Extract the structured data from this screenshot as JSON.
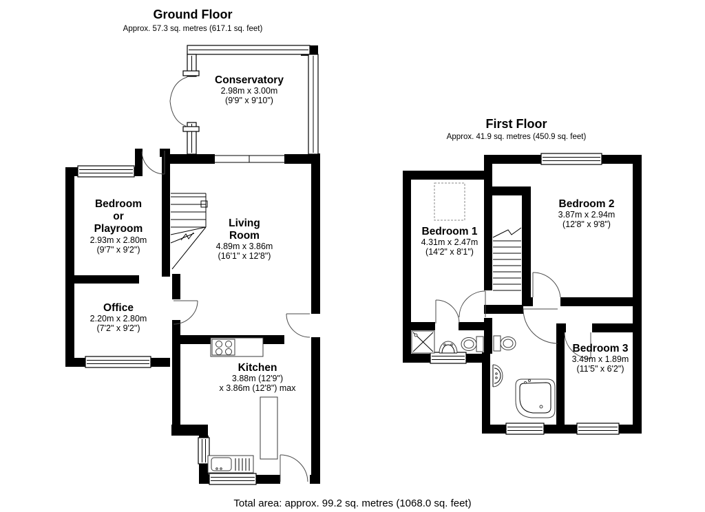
{
  "ground_floor": {
    "title": "Ground Floor",
    "subtitle": "Approx. 57.3 sq. metres (617.1 sq. feet)",
    "rooms": {
      "conservatory": {
        "name": "Conservatory",
        "dims_metric": "2.98m x 3.00m",
        "dims_imperial": "(9'9\" x 9'10\")"
      },
      "bedroom_or_playroom": {
        "name_lines": [
          "Bedroom",
          "or",
          "Playroom"
        ],
        "dims_metric": "2.93m x 2.80m",
        "dims_imperial": "(9'7\" x 9'2\")"
      },
      "living_room": {
        "name_lines": [
          "Living",
          "Room"
        ],
        "dims_metric": "4.89m x 3.86m",
        "dims_imperial": "(16'1\" x 12'8\")"
      },
      "office": {
        "name": "Office",
        "dims_metric": "2.20m x 2.80m",
        "dims_imperial": "(7'2\" x 9'2\")"
      },
      "kitchen": {
        "name": "Kitchen",
        "dims_line1": "3.88m (12'9\")",
        "dims_line2": "x 3.86m (12'8\") max"
      }
    }
  },
  "first_floor": {
    "title": "First Floor",
    "subtitle": "Approx. 41.9 sq. metres (450.9 sq. feet)",
    "rooms": {
      "bedroom_1": {
        "name": "Bedroom 1",
        "dims_metric": "4.31m x 2.47m",
        "dims_imperial": "(14'2\" x 8'1\")"
      },
      "bedroom_2": {
        "name": "Bedroom 2",
        "dims_metric": "3.87m x 2.94m",
        "dims_imperial": "(12'8\" x 9'8\")"
      },
      "bedroom_3": {
        "name": "Bedroom 3",
        "dims_metric": "3.49m x 1.89m",
        "dims_imperial": "(11'5\" x 6'2\")"
      }
    }
  },
  "footer": {
    "total_area": "Total area: approx. 99.2 sq. metres (1068.0 sq. feet)"
  },
  "colors": {
    "walls": "#000000",
    "background": "#ffffff",
    "fixtures": "#3a3a3a"
  }
}
